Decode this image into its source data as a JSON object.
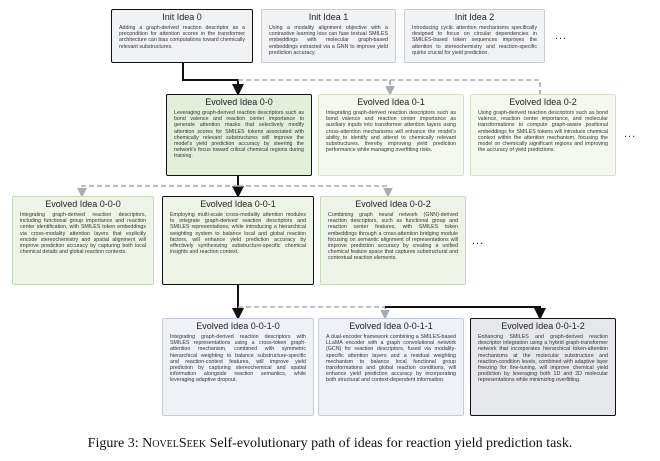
{
  "level0": [
    {
      "title": "Init Idea 0",
      "body": "Adding a graph-derived reaction descriptor as a precondition for attention scores in the transformer architecture can bias computations toward chemically relevant substructures."
    },
    {
      "title": "Init Idea 1",
      "body": "Using a modality alignment objective with a contrastive learning loss can fuse textual SMILES embeddings with molecular graph-based embeddings extracted via a GNN to improve yield prediction accuracy."
    },
    {
      "title": "Init Idea 2",
      "body": "Introducing cyclic attention mechanisms specifically designed to focus on circular dependencies in SMILES-based token sequences improves the attention to stereochemistry and reaction-specific quirks crucial for yield prediction."
    }
  ],
  "level1": [
    {
      "title": "Evolved Idea 0-0",
      "body": "Leveraging graph-derived reaction descriptors such as bond valence and reaction center importance to generate attention masks that selectively modify attention scores for SMILES tokens associated with chemically relevant substructures will improve the model's yield prediction accuracy by steering the network's focus toward critical chemical regions during training."
    },
    {
      "title": "Evolved Idea 0-1",
      "body": "Integrating graph-derived reaction descriptors such as bond valence and reaction center importance as auxiliary inputs into transformer attention layers using cross-attention mechanisms will enhance the model's ability to identify and attend to chemically relevant substructures, thereby improving yield prediction performance while managing overfitting risks."
    },
    {
      "title": "Evolved Idea 0-2",
      "body": "Using graph-derived reaction descriptors such as bond valence, reaction center importance, and molecular transformations to compute graph-aware positional embeddings for SMILES tokens will introduce chemical context within the attention mechanism, focusing the model on chemically significant regions and improving the accuracy of yield predictions."
    }
  ],
  "level2": [
    {
      "title": "Evolved Idea 0-0-0",
      "body": "Integrating graph-derived reaction descriptors, including functional group importance and reaction center identification, with SMILES token embeddings via cross-modality attention layers that explicitly encode stereochemistry and spatial alignment will improve prediction accuracy by capturing both local chemical details and global reaction contexts."
    },
    {
      "title": "Evolved Idea 0-0-1",
      "body": "Employing multi-scale cross-modality attention modules to integrate graph-derived reaction descriptors and SMILES representations, while introducing a hierarchical weighting system to balance local and global reaction factors, will enhance yield prediction accuracy by effectively synthesizing substructure-specific chemical insights and reaction context."
    },
    {
      "title": "Evolved Idea 0-0-2",
      "body": "Combining graph neural network (GNN)-derived reaction descriptors, such as functional group and reaction center features, with SMILES token embeddings through a cross-attention bridging module focusing on semantic alignment of representations will improve prediction accuracy by creating a unified chemical feature space that captures substructural and contextual reaction elements."
    }
  ],
  "level3": [
    {
      "title": "Evolved Idea 0-0-1-0",
      "body": "Integrating graph-derived reaction descriptors with SMILES representations using a cross-token graph-attention mechanism, combined with symmetric hierarchical weighting to balance substructure-specific and reaction-context features, will improve yield prediction by capturing stereochemical and spatial information alongside reaction semantics, while leveraging adaptive dropout."
    },
    {
      "title": "Evolved Idea 0-0-1-1",
      "body": "A dual-encoder framework combining a SMILES-based LLaMA encoder with a graph convolutional network (GCN) for reaction descriptors, fused via modality-specific attention layers and a residual weighting mechanism to balance local functional group transformations and global reaction conditions, will enhance yield prediction accuracy by incorporating both structural and context-dependent information."
    },
    {
      "title": "Evolved Idea 0-0-1-2",
      "body": "Enhancing SMILES and graph-derived reaction descriptor integration using a hybrid graph-transformer network that incorporates hierarchical token-attention mechanisms at the molecular substructure and reaction-condition levels, combined with adaptive layer freezing for fine-tuning, will improve chemical yield prediction by leveraging both 1D and 2D molecular representations while minimizing overfitting."
    }
  ],
  "ellipsis": "...",
  "caption": {
    "prefix": "Figure 3: ",
    "name": "NovelSeek",
    "suffix": " Self-evolutionary path of ideas for reaction yield prediction task."
  }
}
